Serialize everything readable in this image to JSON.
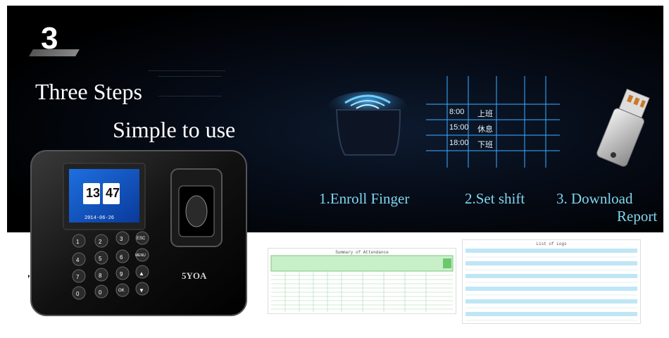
{
  "step": {
    "number": "3"
  },
  "headline": {
    "line1": "Three Steps",
    "line2": "Simple to use"
  },
  "steps": [
    {
      "label": "1.Enroll Finger"
    },
    {
      "label": "2.Set shift"
    },
    {
      "label_line1": "3. Download",
      "label_line2": "Report"
    }
  ],
  "shifts": [
    {
      "time": "8:00",
      "name": "上班"
    },
    {
      "time": "15:00",
      "name": "休息"
    },
    {
      "time": "18:00",
      "name": "下班"
    }
  ],
  "device": {
    "brand": "5YOA",
    "clock_hours": "13",
    "clock_minutes": "47",
    "date": "2014-06-26",
    "keys": [
      "1",
      "2",
      "3",
      "ESC",
      "4",
      "5",
      "6",
      "MENU",
      "7",
      "8",
      "9",
      "▲",
      "0",
      "0",
      "OK",
      "▼"
    ]
  },
  "sheets": {
    "attendance_title": "Summary of Attendance",
    "logs_title": "List of Logs"
  },
  "colors": {
    "label": "#7fd8f0",
    "background": "#000000",
    "grid_glow": "#3aa8ff"
  }
}
